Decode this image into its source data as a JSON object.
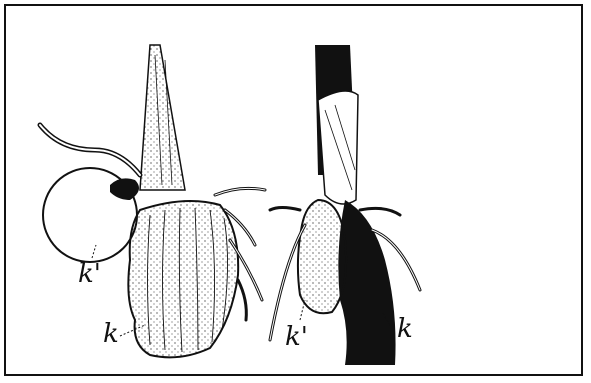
{
  "figure": {
    "left_labels": {
      "k_prime": "k'",
      "k": "k"
    },
    "right_labels": {
      "k_prime": "k'",
      "k": "k"
    },
    "ink_color": "#111111",
    "paper_color": "#ffffff"
  }
}
